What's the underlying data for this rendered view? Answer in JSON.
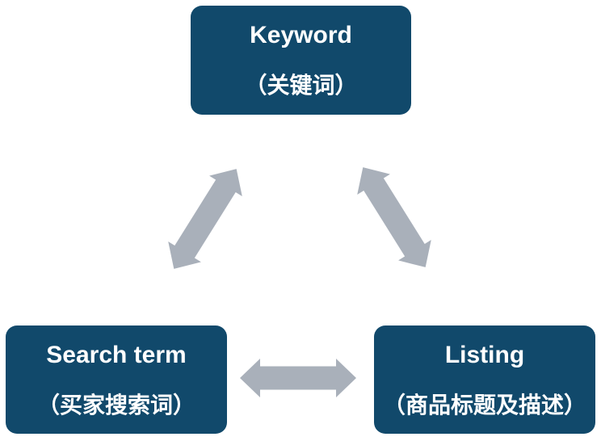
{
  "diagram": {
    "background_color": "#FFFFFF",
    "node_fill_color": "#11496B",
    "node_text_color": "#FFFFFF",
    "arrow_color": "#A9B0BA",
    "nodes": [
      {
        "title": "Keyword",
        "subtitle": "（关键词）"
      },
      {
        "title": "Search term",
        "subtitle": "（买家搜索词）"
      },
      {
        "title": "Listing",
        "subtitle": "（商品标题及描述）"
      }
    ],
    "connectors": [
      {
        "name": "keyword-searchterm",
        "style": "double-headed-arrow"
      },
      {
        "name": "keyword-listing",
        "style": "double-headed-arrow"
      },
      {
        "name": "searchterm-listing",
        "style": "double-headed-arrow"
      }
    ]
  }
}
